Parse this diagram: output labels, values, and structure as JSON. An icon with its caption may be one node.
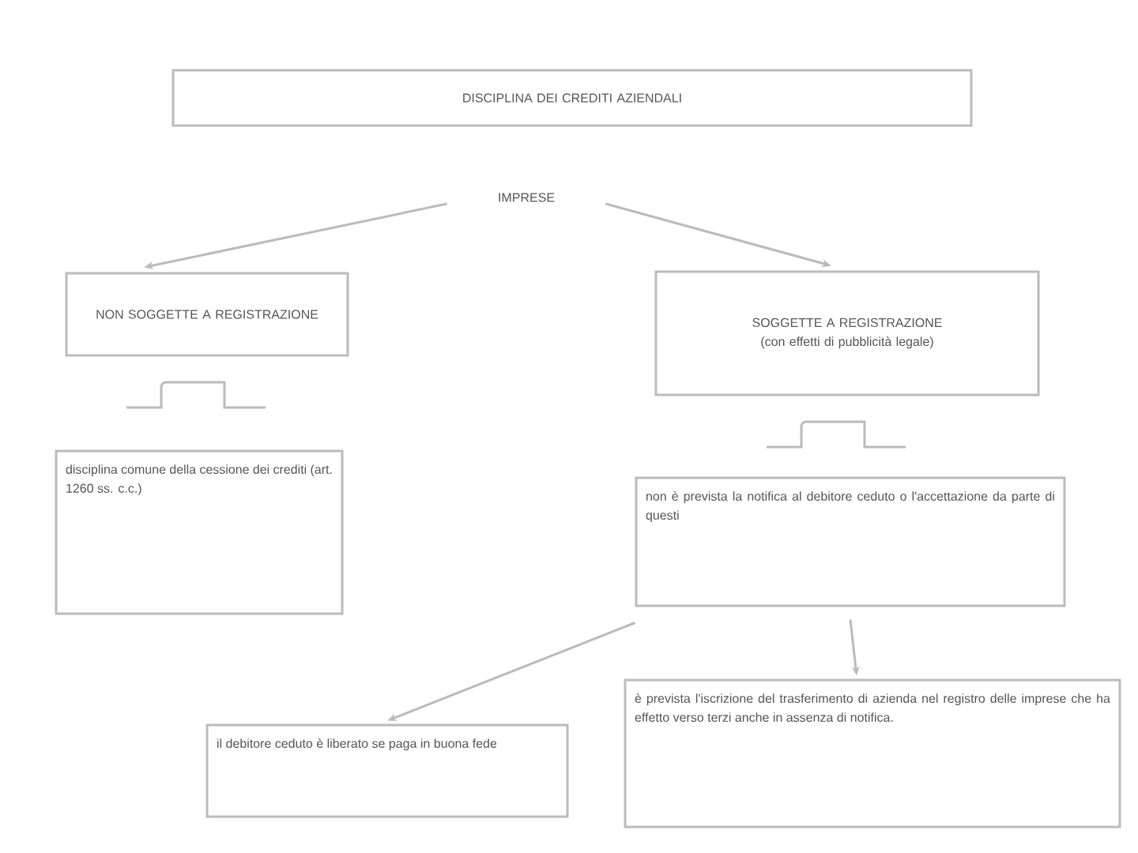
{
  "diagram": {
    "nodes": [
      {
        "text": [
          "DISCIPLINA DEI CREDITI AZIENDALI"
        ]
      },
      {
        "text": [
          "IMPRESE"
        ]
      },
      {
        "text": [
          "NON SOGGETTE A REGISTRAZIONE"
        ]
      },
      {
        "text": [
          "SOGGETTE A REGISTRAZIONE (con effetti di pubblicità legale)"
        ]
      },
      {
        "text": [
          "disciplina comune della cessione dei crediti (art. 1260 ss. c.c.)"
        ]
      },
      {
        "text": [
          "non è prevista la notifica al debitore ceduto o l'accettazione da parte di questi"
        ]
      },
      {
        "text": [
          "il debitore ceduto è liberato se paga in buona fede"
        ]
      },
      {
        "text": [
          "è prevista l'iscrizione del trasferimento di azienda nel registro delle imprese che ha effetto verso terzi anche in assenza di notifica."
        ]
      }
    ],
    "edges": [
      {
        "from": 1,
        "to": 2,
        "arrow": "to"
      },
      {
        "from": 1,
        "to": 3,
        "arrow": "to"
      },
      {
        "from": 5,
        "to": 6,
        "arrow": "to"
      },
      {
        "from": 5,
        "to": 7,
        "arrow": "to"
      }
    ]
  }
}
